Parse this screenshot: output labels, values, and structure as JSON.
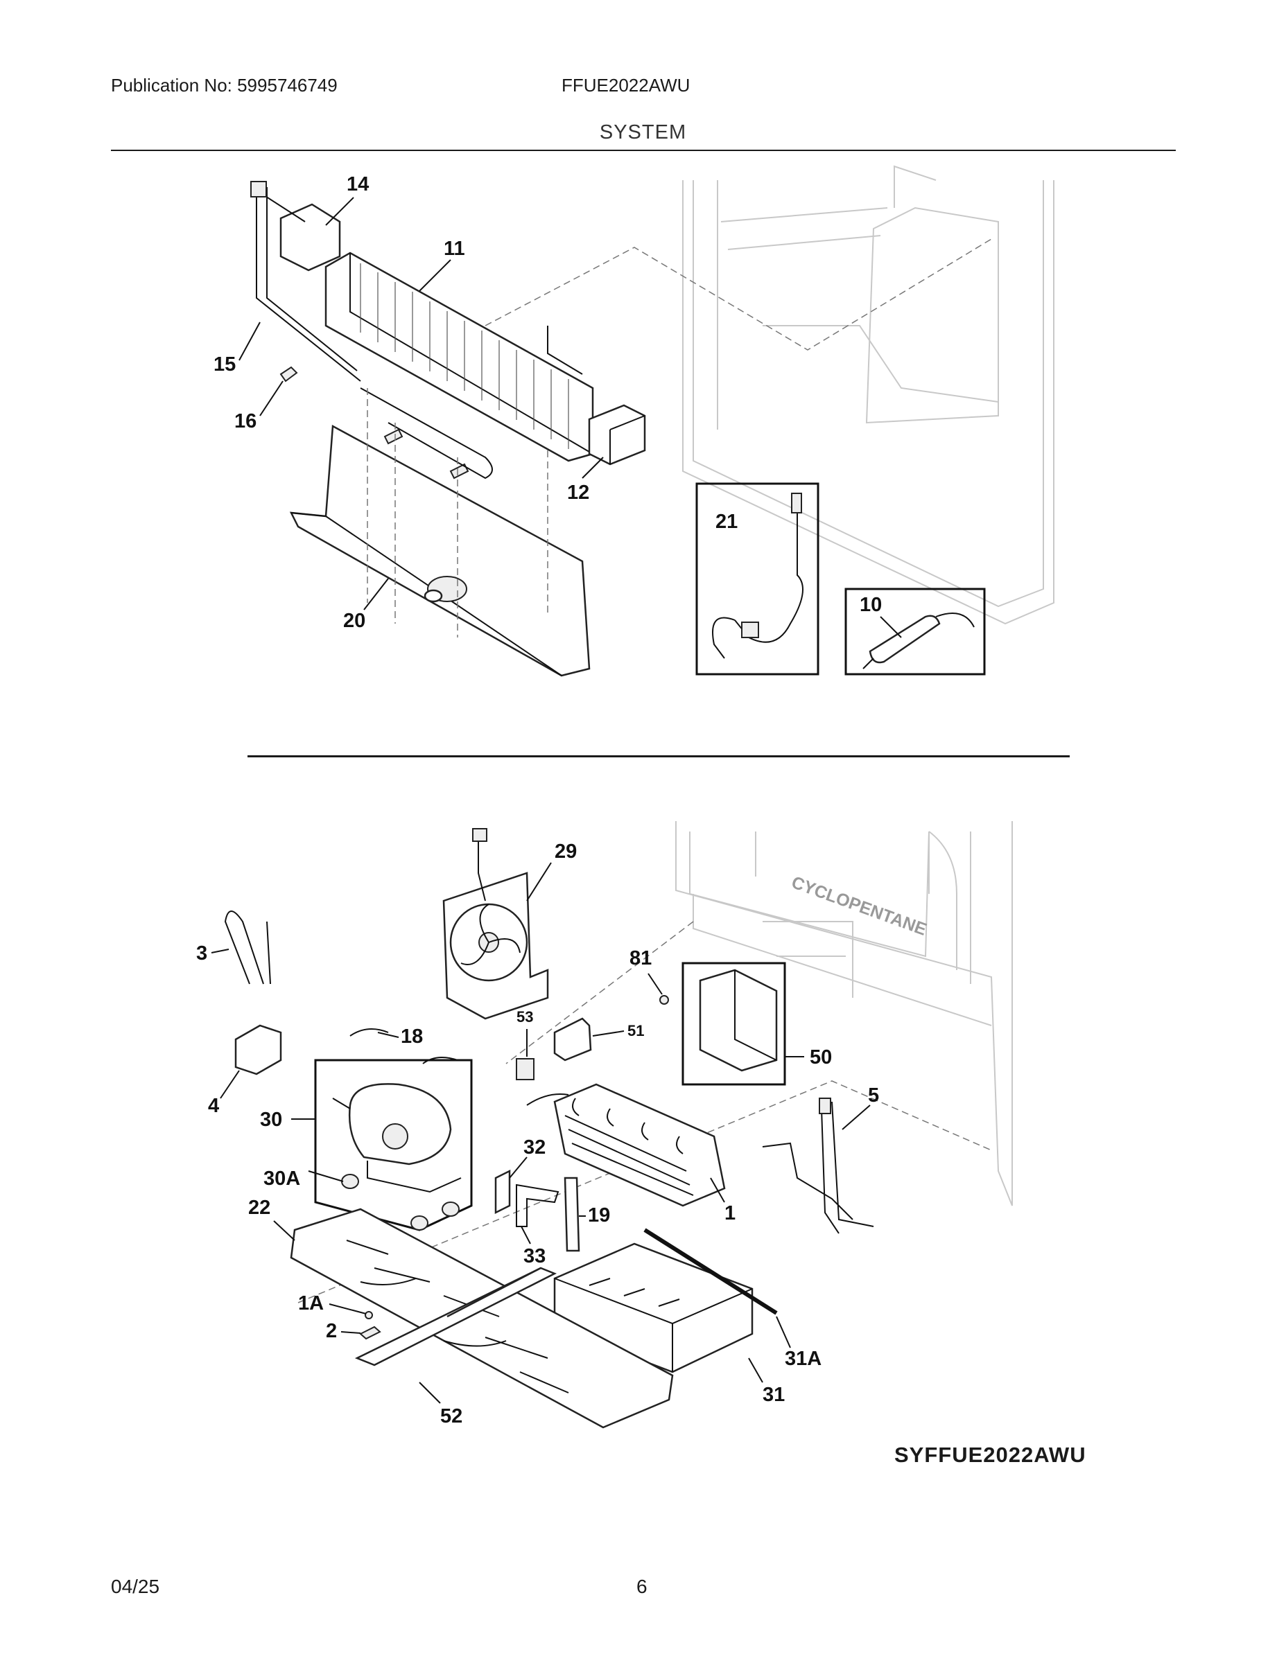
{
  "header": {
    "publication": "Publication No: 5995746749",
    "model": "FFUE2022AWU",
    "section": "SYSTEM"
  },
  "diagram_code": "SYFFUE2022AWU",
  "footer": {
    "date": "04/25",
    "page": "6"
  },
  "cabinet_embossing": "CYCLOPENTANE",
  "callouts": {
    "p14": "14",
    "p11": "11",
    "p15": "15",
    "p16": "16",
    "p12": "12",
    "p20": "20",
    "p21": "21",
    "p10": "10",
    "p29": "29",
    "p3": "3",
    "p81": "81",
    "p53": "53",
    "p51": "51",
    "p18": "18",
    "p50": "50",
    "p4": "4",
    "p30": "30",
    "p5": "5",
    "p32": "32",
    "p30A": "30A",
    "p1": "1",
    "p19": "19",
    "p22": "22",
    "p33": "33",
    "p1A": "1A",
    "p2": "2",
    "p31A": "31A",
    "p31": "31",
    "p52": "52"
  }
}
